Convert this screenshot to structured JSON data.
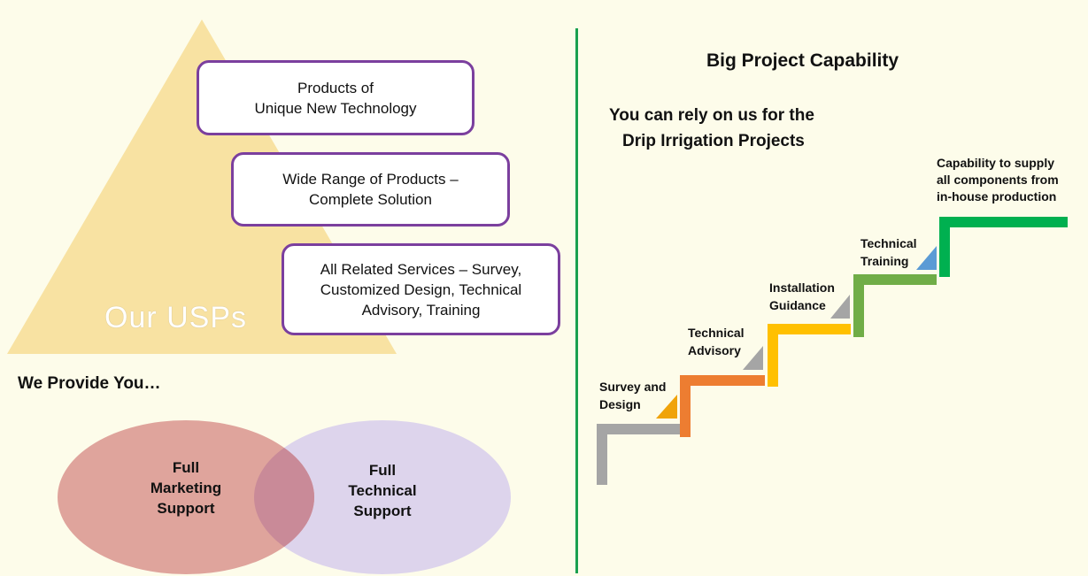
{
  "pyramid": {
    "title": "Our USPs",
    "boxes": [
      "Products of\nUnique New Technology",
      "Wide Range of Products –\nComplete Solution",
      "All Related Services – Survey,\nCustomized Design, Technical\nAdvisory, Training"
    ],
    "colors": {
      "pyramid": "#f8e2a2",
      "box_border": "#7b3f9e"
    }
  },
  "provide": {
    "heading": "We Provide You…",
    "left": "Full\nMarketing\nSupport",
    "right": "Full\nTechnical\nSupport",
    "colors": {
      "left": "#dfa49c",
      "right": "#ddd4ec",
      "overlap": "#c98a98"
    }
  },
  "capability": {
    "title": "Big Project Capability",
    "subtitle_line1": "You can rely on us for the",
    "subtitle_line2": "Drip Irrigation Projects",
    "steps": [
      {
        "label": "Survey and\nDesign",
        "color": "#a5a5a5",
        "tri": "#f0a30a"
      },
      {
        "label": "Technical\nAdvisory",
        "color": "#ed7d31",
        "tri": "#a5a5a5"
      },
      {
        "label": "Installation\nGuidance",
        "color": "#ffc000",
        "tri": "#a5a5a5"
      },
      {
        "label": "Technical\nTraining",
        "color": "#70ad47",
        "tri": "#5b9bd5"
      },
      {
        "label": "Capability to supply\nall components from\nin-house production",
        "color": "#00b050"
      }
    ]
  }
}
